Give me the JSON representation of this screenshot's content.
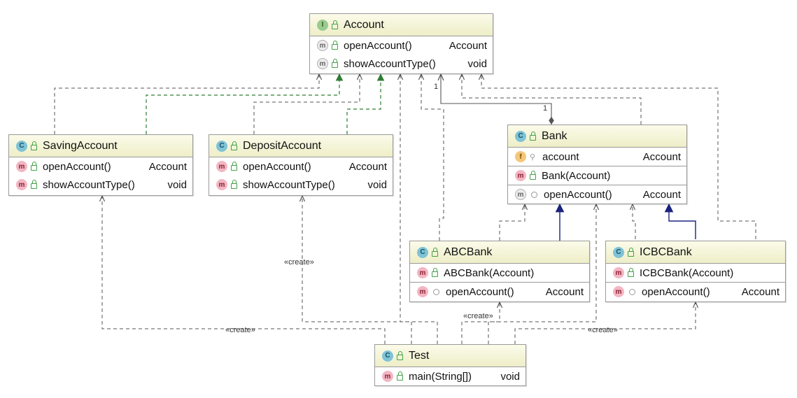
{
  "classes": {
    "account": {
      "name": "Account",
      "kind_letter": "I",
      "members": [
        {
          "name": "openAccount()",
          "type": "Account"
        },
        {
          "name": "showAccountType()",
          "type": "void"
        }
      ]
    },
    "saving": {
      "name": "SavingAccount",
      "kind_letter": "C",
      "members": [
        {
          "name": "openAccount()",
          "type": "Account"
        },
        {
          "name": "showAccountType()",
          "type": "void"
        }
      ]
    },
    "deposit": {
      "name": "DepositAccount",
      "kind_letter": "C",
      "members": [
        {
          "name": "openAccount()",
          "type": "Account"
        },
        {
          "name": "showAccountType()",
          "type": "void"
        }
      ]
    },
    "bank": {
      "name": "Bank",
      "kind_letter": "C",
      "field": {
        "name": "account",
        "type": "Account"
      },
      "ctor": {
        "name": "Bank(Account)"
      },
      "method": {
        "name": "openAccount()",
        "type": "Account"
      }
    },
    "abc": {
      "name": "ABCBank",
      "kind_letter": "C",
      "ctor": {
        "name": "ABCBank(Account)"
      },
      "method": {
        "name": "openAccount()",
        "type": "Account"
      }
    },
    "icbc": {
      "name": "ICBCBank",
      "kind_letter": "C",
      "ctor": {
        "name": "ICBCBank(Account)"
      },
      "method": {
        "name": "openAccount()",
        "type": "Account"
      }
    },
    "test": {
      "name": "Test",
      "kind_letter": "C",
      "method": {
        "name": "main(String[])",
        "type": "void"
      }
    }
  },
  "icon_letters": {
    "method": "m",
    "field": "f"
  },
  "labels": {
    "create": "«create»",
    "mult_account": "1",
    "mult_bank": "1"
  },
  "colors": {
    "implements": "#2e7d32",
    "extends": "#1a237e",
    "dependency": "#555555",
    "header_top": "#fbfbea",
    "header_bottom": "#eeeec8"
  }
}
